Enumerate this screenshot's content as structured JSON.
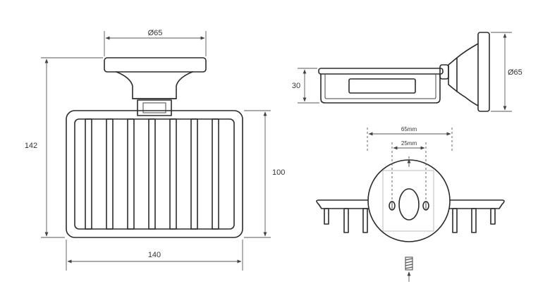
{
  "front_view": {
    "plate_diameter": "Ø65",
    "height": "142",
    "basket_height": "100",
    "width": "140"
  },
  "side_view": {
    "depth": "30",
    "plate_diameter": "Ø65"
  },
  "mount_view": {
    "hole_spacing": "65mm",
    "inner_spacing": "25mm"
  }
}
